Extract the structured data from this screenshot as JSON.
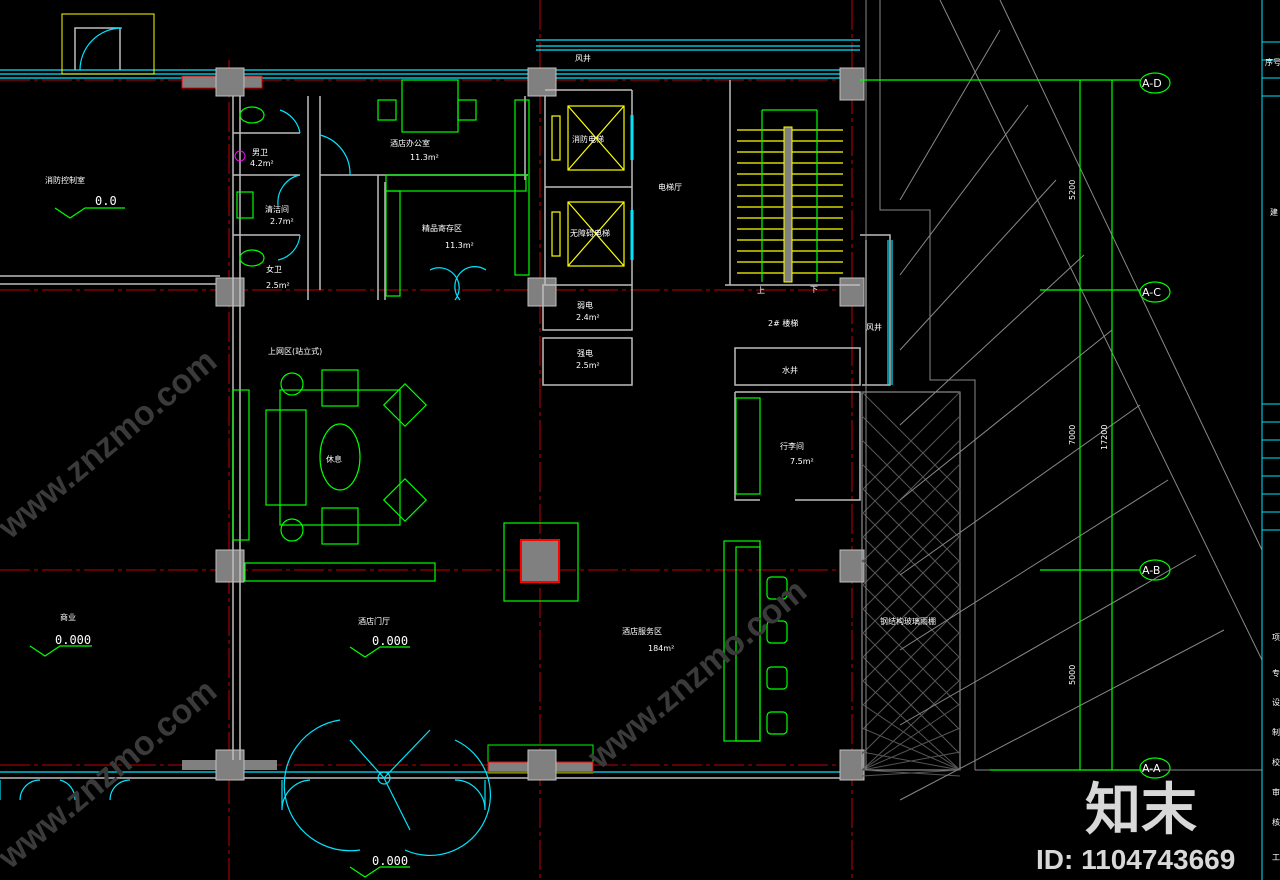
{
  "drawing": {
    "rooms": {
      "fire_control": {
        "name": "消防控制室",
        "level": "0.0"
      },
      "male_wc": {
        "name": "男卫",
        "area": "4.2m²"
      },
      "cleaning": {
        "name": "清洁间",
        "area": "2.7m²"
      },
      "female_wc": {
        "name": "女卫",
        "area": "2.5m²"
      },
      "office": {
        "name": "酒店办公室",
        "area": "11.3m²"
      },
      "storage": {
        "name": "精品寄存区",
        "area": "11.3m²"
      },
      "elevator_fire": {
        "name": "消防电梯"
      },
      "elevator_accessible": {
        "name": "无障碍电梯"
      },
      "elevator_hall": {
        "name": "电梯厅"
      },
      "weak_elec": {
        "name": "弱电",
        "area": "2.4m²"
      },
      "strong_elec": {
        "name": "强电",
        "area": "2.5m²"
      },
      "stair": {
        "name": "2# 楼梯",
        "up": "上",
        "down": "下"
      },
      "water_shaft": {
        "name": "水井"
      },
      "luggage": {
        "name": "行李间",
        "area": "7.5m²"
      },
      "internet": {
        "name": "上网区(站立式)"
      },
      "rest": {
        "name": "休息"
      },
      "shop": {
        "name": "商业",
        "level": "0.000"
      },
      "lobby": {
        "name": "酒店门厅",
        "level": "0.000"
      },
      "service": {
        "name": "酒店服务区",
        "area": "184m²"
      },
      "air_shaft_top": {
        "name": "风井"
      },
      "air_shaft_right": {
        "name": "风井"
      },
      "canopy": {
        "name": "钢结构玻璃雨棚"
      },
      "entrance_level": "0.000"
    },
    "axes": [
      "A-D",
      "A-C",
      "A-B",
      "A-A"
    ],
    "dimensions": {
      "d1": "5200",
      "d2": "7000",
      "d3": "5000",
      "total": "17200"
    },
    "title_block": [
      "序号",
      "建",
      "项",
      "专",
      "设",
      "制",
      "校",
      "审",
      "核",
      "工"
    ]
  },
  "watermark": {
    "brand": "知末",
    "id": "ID: 1104743669",
    "site": "www.znzmo.com"
  }
}
